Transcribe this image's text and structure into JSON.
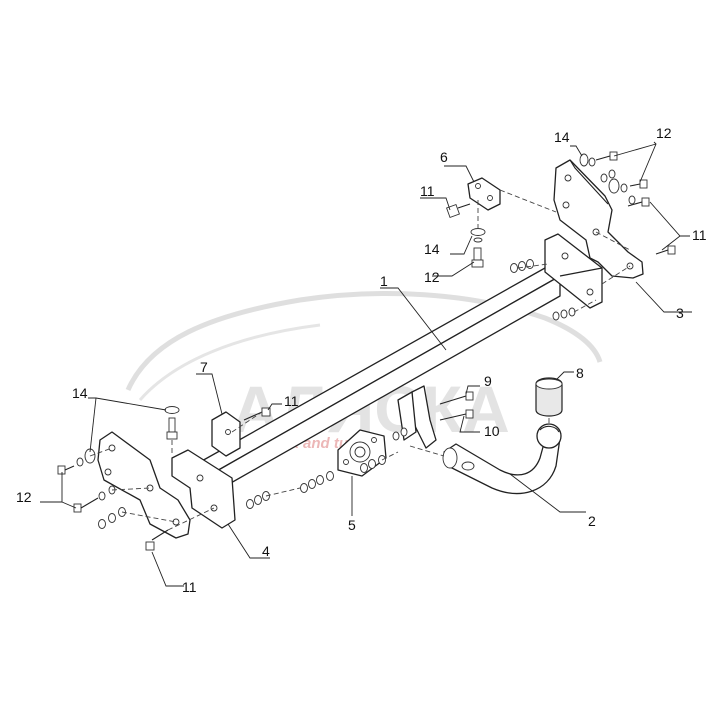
{
  "watermark": {
    "brand": "АЛЯСКА",
    "tagline": "tuck and tuner"
  },
  "callouts": [
    {
      "id": "c1",
      "text": "1"
    },
    {
      "id": "c2",
      "text": "2"
    },
    {
      "id": "c3",
      "text": "3"
    },
    {
      "id": "c4",
      "text": "4"
    },
    {
      "id": "c5",
      "text": "5"
    },
    {
      "id": "c6",
      "text": "6"
    },
    {
      "id": "c7",
      "text": "7"
    },
    {
      "id": "c8",
      "text": "8"
    },
    {
      "id": "c9",
      "text": "9"
    },
    {
      "id": "c10",
      "text": "10"
    },
    {
      "id": "c11a",
      "text": "11"
    },
    {
      "id": "c11b",
      "text": "11"
    },
    {
      "id": "c11c",
      "text": "11"
    },
    {
      "id": "c11d",
      "text": "11"
    },
    {
      "id": "c12a",
      "text": "12"
    },
    {
      "id": "c12b",
      "text": "12"
    },
    {
      "id": "c12c",
      "text": "12"
    },
    {
      "id": "c14a",
      "text": "14"
    },
    {
      "id": "c14b",
      "text": "14"
    },
    {
      "id": "c14c",
      "text": "14"
    }
  ],
  "colors": {
    "line": "#222222",
    "watermark": "#d9d9d9",
    "watermark_red": "#e8a0a0"
  }
}
